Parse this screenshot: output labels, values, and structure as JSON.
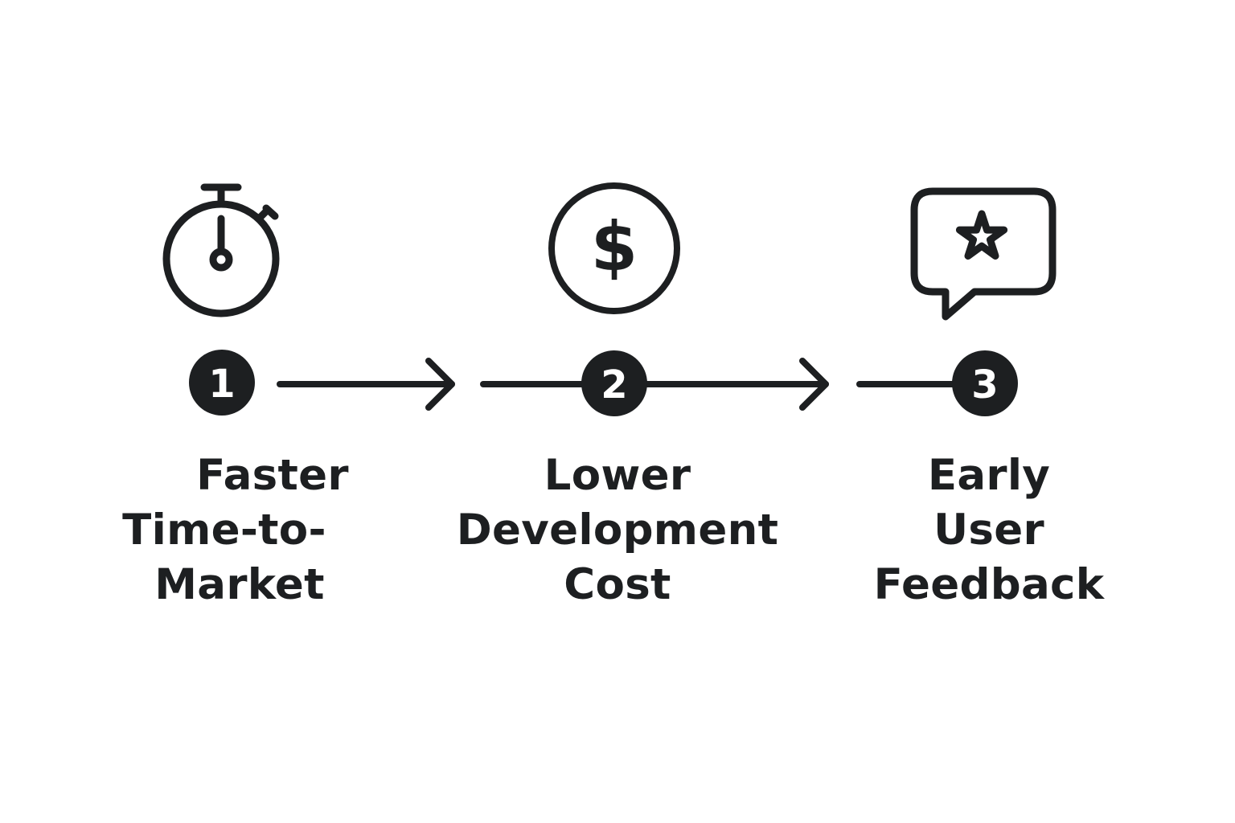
{
  "colors": {
    "ink": "#1d1f21",
    "background": "#ffffff",
    "badge_text": "#ffffff"
  },
  "steps": [
    {
      "number": "1",
      "icon": "stopwatch-icon",
      "label_lines": [
        "Faster",
        "Time-to-",
        "Market"
      ]
    },
    {
      "number": "2",
      "icon": "dollar-coin-icon",
      "label_lines": [
        "Lower",
        "Development",
        "Cost"
      ]
    },
    {
      "number": "3",
      "icon": "speech-bubble-star-icon",
      "label_lines": [
        "Early",
        "User",
        "Feedback"
      ]
    }
  ]
}
